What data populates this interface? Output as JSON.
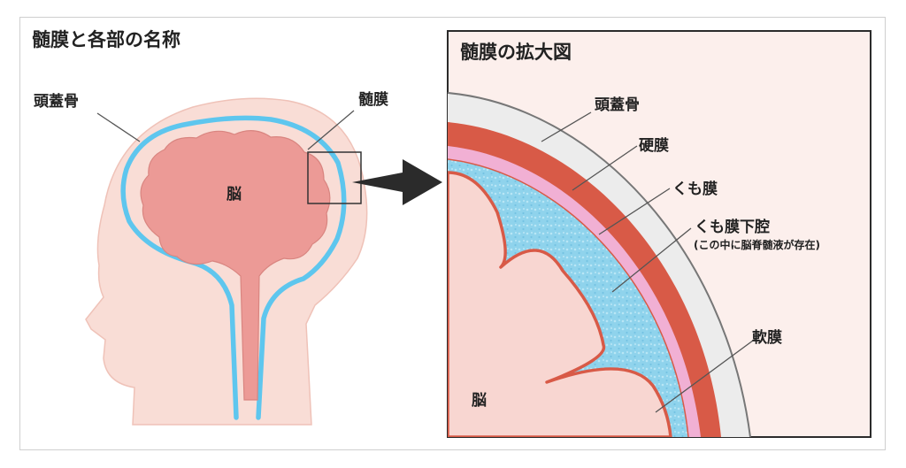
{
  "left_panel": {
    "title": "髄膜と各部の名称",
    "labels": {
      "skull": "頭蓋骨",
      "meninges": "髄膜",
      "brain": "脳"
    }
  },
  "right_panel": {
    "title": "髄膜の拡大図",
    "labels": {
      "skull": "頭蓋骨",
      "dura": "硬膜",
      "arachnoid": "くも膜",
      "subarachnoid": "くも膜下腔",
      "subarachnoid_note": "(この中に脳脊髄液が存在)",
      "pia": "軟膜",
      "brain": "脳"
    }
  },
  "colors": {
    "skin": "#f9ddd6",
    "skin_edge": "#efc2b8",
    "brain": "#ec9a96",
    "brain_edge": "#d98580",
    "csf_blue": "#5ec6ee",
    "skull_gray": "#ececec",
    "dura_red": "#d85a47",
    "arachnoid_pink": "#f1b0d4",
    "subarachnoid_blue": "#8fd3ec",
    "zoom_bg": "#fcefec",
    "arrow": "#2b2b2b"
  }
}
